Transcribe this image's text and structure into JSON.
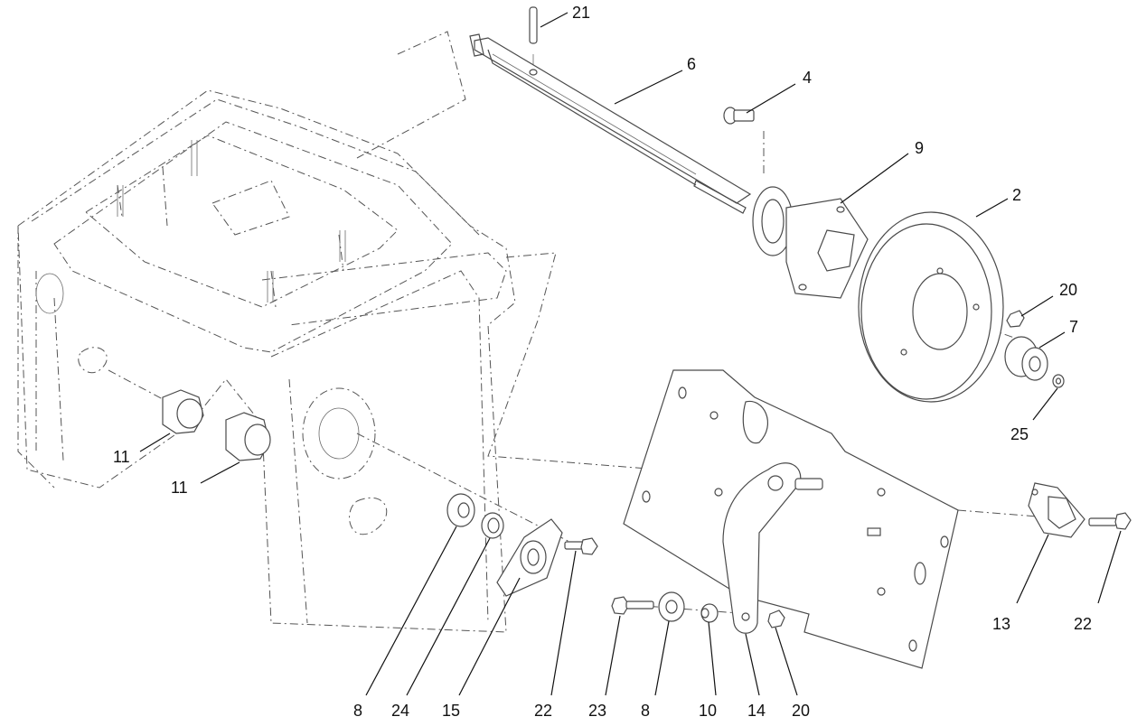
{
  "diagram": {
    "type": "exploded-parts-view",
    "callouts": [
      {
        "id": "c21",
        "label": "21"
      },
      {
        "id": "c6",
        "label": "6"
      },
      {
        "id": "c4",
        "label": "4"
      },
      {
        "id": "c9",
        "label": "9"
      },
      {
        "id": "c2",
        "label": "2"
      },
      {
        "id": "c20a",
        "label": "20"
      },
      {
        "id": "c7",
        "label": "7"
      },
      {
        "id": "c25",
        "label": "25"
      },
      {
        "id": "c11a",
        "label": "11"
      },
      {
        "id": "c11b",
        "label": "11"
      },
      {
        "id": "c8a",
        "label": "8"
      },
      {
        "id": "c24",
        "label": "24"
      },
      {
        "id": "c15",
        "label": "15"
      },
      {
        "id": "c22a",
        "label": "22"
      },
      {
        "id": "c23",
        "label": "23"
      },
      {
        "id": "c8b",
        "label": "8"
      },
      {
        "id": "c10",
        "label": "10"
      },
      {
        "id": "c14",
        "label": "14"
      },
      {
        "id": "c20b",
        "label": "20"
      },
      {
        "id": "c13",
        "label": "13"
      },
      {
        "id": "c22b",
        "label": "22"
      }
    ]
  }
}
